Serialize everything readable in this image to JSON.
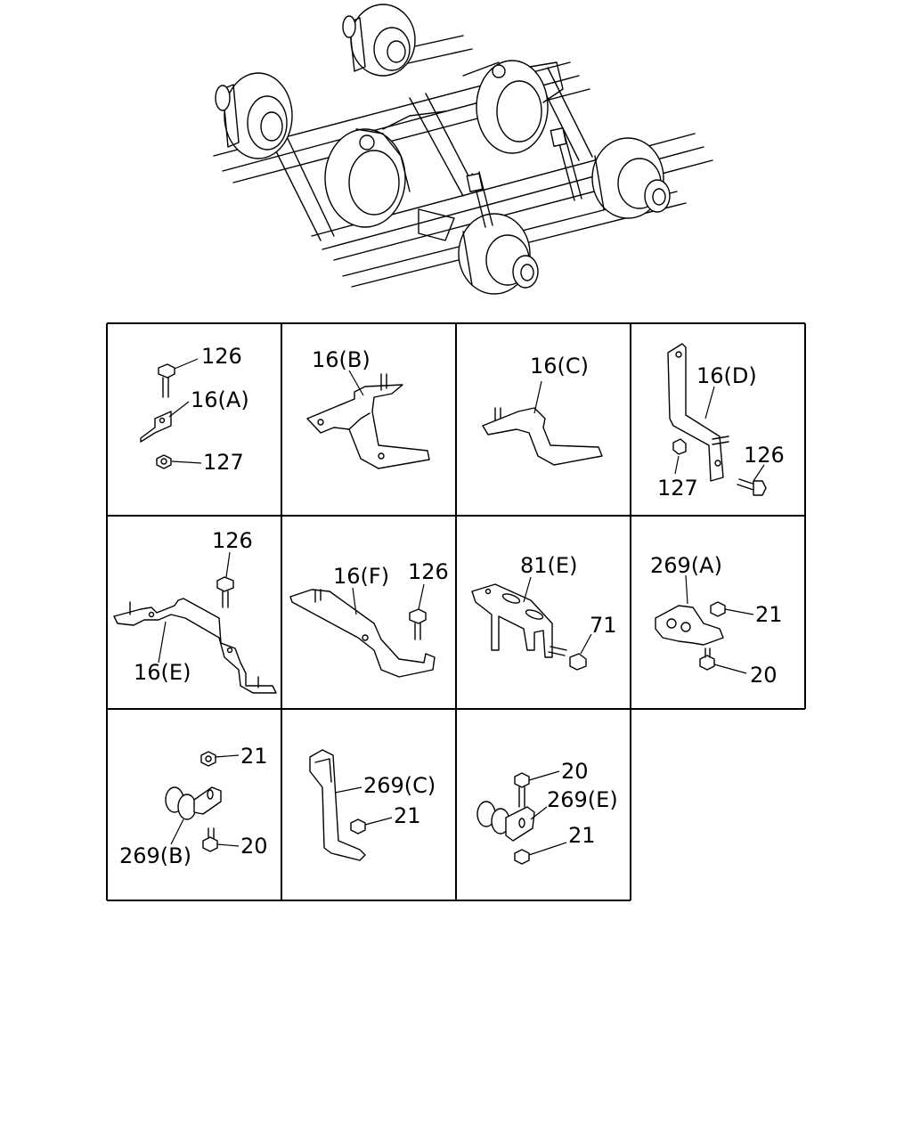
{
  "cells": [
    {
      "id": "A",
      "labels": [
        "126",
        "16(A)",
        "127"
      ]
    },
    {
      "id": "B",
      "labels": [
        "16(B)"
      ]
    },
    {
      "id": "C",
      "labels": [
        "16(C)"
      ]
    },
    {
      "id": "D",
      "labels": [
        "16(D)",
        "127",
        "126"
      ]
    },
    {
      "id": "E",
      "labels": [
        "126",
        "16(E)"
      ]
    },
    {
      "id": "F",
      "labels": [
        "16(F)",
        "126"
      ]
    },
    {
      "id": "G",
      "labels": [
        "81(E)",
        "71"
      ]
    },
    {
      "id": "H",
      "labels": [
        "269(A)",
        "21",
        "20"
      ]
    },
    {
      "id": "I",
      "labels": [
        "21",
        "269(B)",
        "20"
      ]
    },
    {
      "id": "J",
      "labels": [
        "269(C)",
        "21"
      ]
    },
    {
      "id": "K",
      "labels": [
        "20",
        "269(E)",
        "21"
      ]
    }
  ]
}
